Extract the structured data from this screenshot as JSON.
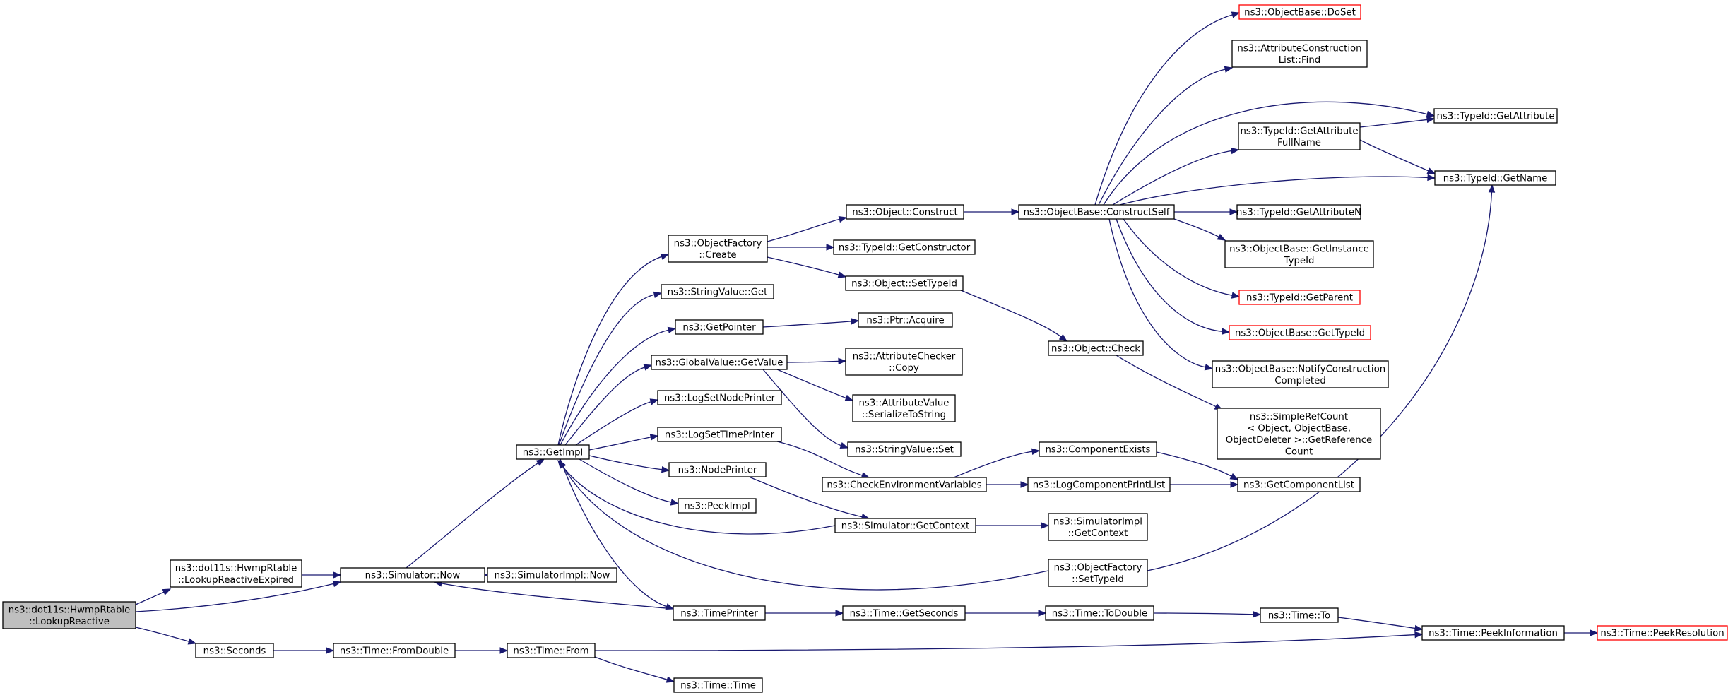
{
  "colors": {
    "edge": "#191970",
    "node_border": "#000000",
    "external_border": "#ff0000",
    "root_fill": "#bfbfbf"
  },
  "nodes": [
    {
      "id": "root",
      "lines": [
        "ns3::dot11s::HwmpRtable",
        "::LookupReactive"
      ],
      "kind": "root"
    },
    {
      "id": "lre",
      "lines": [
        "ns3::dot11s::HwmpRtable",
        "::LookupReactiveExpired"
      ]
    },
    {
      "id": "simnow",
      "lines": [
        "ns3::Simulator::Now"
      ]
    },
    {
      "id": "seconds",
      "lines": [
        "ns3::Seconds"
      ]
    },
    {
      "id": "simimplnow",
      "lines": [
        "ns3::SimulatorImpl::Now"
      ]
    },
    {
      "id": "getimpl",
      "lines": [
        "ns3::GetImpl"
      ]
    },
    {
      "id": "timefromdouble",
      "lines": [
        "ns3::Time::FromDouble"
      ]
    },
    {
      "id": "timefrom",
      "lines": [
        "ns3::Time::From"
      ]
    },
    {
      "id": "timetime",
      "lines": [
        "ns3::Time::Time"
      ]
    },
    {
      "id": "ofcreate",
      "lines": [
        "ns3::ObjectFactory",
        "::Create"
      ]
    },
    {
      "id": "strvalget",
      "lines": [
        "ns3::StringValue::Get"
      ]
    },
    {
      "id": "getpointer",
      "lines": [
        "ns3::GetPointer"
      ]
    },
    {
      "id": "gvgetvalue",
      "lines": [
        "ns3::GlobalValue::GetValue"
      ]
    },
    {
      "id": "logsetnode",
      "lines": [
        "ns3::LogSetNodePrinter"
      ]
    },
    {
      "id": "logsettime",
      "lines": [
        "ns3::LogSetTimePrinter"
      ]
    },
    {
      "id": "nodeprinter",
      "lines": [
        "ns3::NodePrinter"
      ]
    },
    {
      "id": "peekimpl",
      "lines": [
        "ns3::PeekImpl"
      ]
    },
    {
      "id": "timeprinter",
      "lines": [
        "ns3::TimePrinter"
      ]
    },
    {
      "id": "objconstruct",
      "lines": [
        "ns3::Object::Construct"
      ]
    },
    {
      "id": "tidgetctor",
      "lines": [
        "ns3::TypeId::GetConstructor"
      ]
    },
    {
      "id": "objsettypeid",
      "lines": [
        "ns3::Object::SetTypeId"
      ]
    },
    {
      "id": "ptracquire",
      "lines": [
        "ns3::Ptr::Acquire"
      ]
    },
    {
      "id": "acopy",
      "lines": [
        "ns3::AttributeChecker",
        "::Copy"
      ]
    },
    {
      "id": "avser",
      "lines": [
        "ns3::AttributeValue",
        "::SerializeToString"
      ]
    },
    {
      "id": "strvalset",
      "lines": [
        "ns3::StringValue::Set"
      ]
    },
    {
      "id": "checkenv",
      "lines": [
        "ns3::CheckEnvironmentVariables"
      ]
    },
    {
      "id": "simgetctx",
      "lines": [
        "ns3::Simulator::GetContext"
      ]
    },
    {
      "id": "ofsettypeid",
      "lines": [
        "ns3::ObjectFactory",
        "::SetTypeId"
      ]
    },
    {
      "id": "timegetsec",
      "lines": [
        "ns3::Time::GetSeconds"
      ]
    },
    {
      "id": "obconstructself",
      "lines": [
        "ns3::ObjectBase::ConstructSelf"
      ]
    },
    {
      "id": "objcheck",
      "lines": [
        "ns3::Object::Check"
      ]
    },
    {
      "id": "compexists",
      "lines": [
        "ns3::ComponentExists"
      ]
    },
    {
      "id": "logcompprint",
      "lines": [
        "ns3::LogComponentPrintList"
      ]
    },
    {
      "id": "simimplctx",
      "lines": [
        "ns3::SimulatorImpl",
        "::GetContext"
      ]
    },
    {
      "id": "timetodouble",
      "lines": [
        "ns3::Time::ToDouble"
      ]
    },
    {
      "id": "obdoset",
      "lines": [
        "ns3::ObjectBase::DoSet"
      ],
      "kind": "ext"
    },
    {
      "id": "acfind",
      "lines": [
        "ns3::AttributeConstruction",
        "List::Find"
      ]
    },
    {
      "id": "tidgetattrfull",
      "lines": [
        "ns3::TypeId::GetAttribute",
        "FullName"
      ]
    },
    {
      "id": "tidgetattrn",
      "lines": [
        "ns3::TypeId::GetAttributeN"
      ]
    },
    {
      "id": "obgetinsttid",
      "lines": [
        "ns3::ObjectBase::GetInstance",
        "TypeId"
      ]
    },
    {
      "id": "tidgetparent",
      "lines": [
        "ns3::TypeId::GetParent"
      ],
      "kind": "ext"
    },
    {
      "id": "obgettid",
      "lines": [
        "ns3::ObjectBase::GetTypeId"
      ],
      "kind": "ext"
    },
    {
      "id": "obnotify",
      "lines": [
        "ns3::ObjectBase::NotifyConstruction",
        "Completed"
      ]
    },
    {
      "id": "srcgetref",
      "lines": [
        "ns3::SimpleRefCount",
        "< Object, ObjectBase,",
        "ObjectDeleter >::GetReference",
        "Count"
      ]
    },
    {
      "id": "getcomplist",
      "lines": [
        "ns3::GetComponentList"
      ]
    },
    {
      "id": "timeto",
      "lines": [
        "ns3::Time::To"
      ]
    },
    {
      "id": "tidgetattr",
      "lines": [
        "ns3::TypeId::GetAttribute"
      ]
    },
    {
      "id": "tidgetname",
      "lines": [
        "ns3::TypeId::GetName"
      ]
    },
    {
      "id": "timepeekinfo",
      "lines": [
        "ns3::Time::PeekInformation"
      ]
    },
    {
      "id": "timepeekres",
      "lines": [
        "ns3::Time::PeekResolution"
      ],
      "kind": "ext"
    }
  ],
  "edges": [
    [
      "root",
      "lre"
    ],
    [
      "root",
      "simnow"
    ],
    [
      "root",
      "seconds"
    ],
    [
      "lre",
      "simnow"
    ],
    [
      "simnow",
      "simimplnow"
    ],
    [
      "simnow",
      "getimpl"
    ],
    [
      "seconds",
      "timefromdouble"
    ],
    [
      "timefromdouble",
      "timefrom"
    ],
    [
      "timefrom",
      "timetime"
    ],
    [
      "timefrom",
      "timepeekinfo"
    ],
    [
      "getimpl",
      "ofcreate"
    ],
    [
      "getimpl",
      "strvalget"
    ],
    [
      "getimpl",
      "getpointer"
    ],
    [
      "getimpl",
      "gvgetvalue"
    ],
    [
      "getimpl",
      "logsetnode"
    ],
    [
      "getimpl",
      "logsettime"
    ],
    [
      "getimpl",
      "nodeprinter"
    ],
    [
      "getimpl",
      "peekimpl"
    ],
    [
      "getimpl",
      "timeprinter"
    ],
    [
      "ofcreate",
      "objconstruct"
    ],
    [
      "ofcreate",
      "tidgetctor"
    ],
    [
      "ofcreate",
      "objsettypeid"
    ],
    [
      "getpointer",
      "ptracquire"
    ],
    [
      "gvgetvalue",
      "acopy"
    ],
    [
      "gvgetvalue",
      "avser"
    ],
    [
      "gvgetvalue",
      "strvalset"
    ],
    [
      "logsettime",
      "checkenv"
    ],
    [
      "nodeprinter",
      "simgetctx"
    ],
    [
      "timeprinter",
      "simnow"
    ],
    [
      "timeprinter",
      "timegetsec"
    ],
    [
      "objconstruct",
      "obconstructself"
    ],
    [
      "objsettypeid",
      "objcheck"
    ],
    [
      "checkenv",
      "compexists"
    ],
    [
      "checkenv",
      "logcompprint"
    ],
    [
      "simgetctx",
      "getimpl"
    ],
    [
      "simgetctx",
      "simimplctx"
    ],
    [
      "ofsettypeid",
      "getimpl"
    ],
    [
      "ofsettypeid",
      "tidgetname"
    ],
    [
      "timegetsec",
      "timetodouble"
    ],
    [
      "obconstructself",
      "obdoset"
    ],
    [
      "obconstructself",
      "acfind"
    ],
    [
      "obconstructself",
      "tidgetattr"
    ],
    [
      "obconstructself",
      "tidgetattrfull"
    ],
    [
      "obconstructself",
      "tidgetname"
    ],
    [
      "obconstructself",
      "tidgetattrn"
    ],
    [
      "obconstructself",
      "obgetinsttid"
    ],
    [
      "obconstructself",
      "tidgetparent"
    ],
    [
      "obconstructself",
      "obgettid"
    ],
    [
      "obconstructself",
      "obnotify"
    ],
    [
      "objcheck",
      "srcgetref"
    ],
    [
      "compexists",
      "getcomplist"
    ],
    [
      "logcompprint",
      "getcomplist"
    ],
    [
      "timetodouble",
      "timeto"
    ],
    [
      "timeto",
      "timepeekinfo"
    ],
    [
      "tidgetattrfull",
      "tidgetattr"
    ],
    [
      "tidgetattrfull",
      "tidgetname"
    ],
    [
      "timepeekinfo",
      "timepeekres"
    ]
  ]
}
